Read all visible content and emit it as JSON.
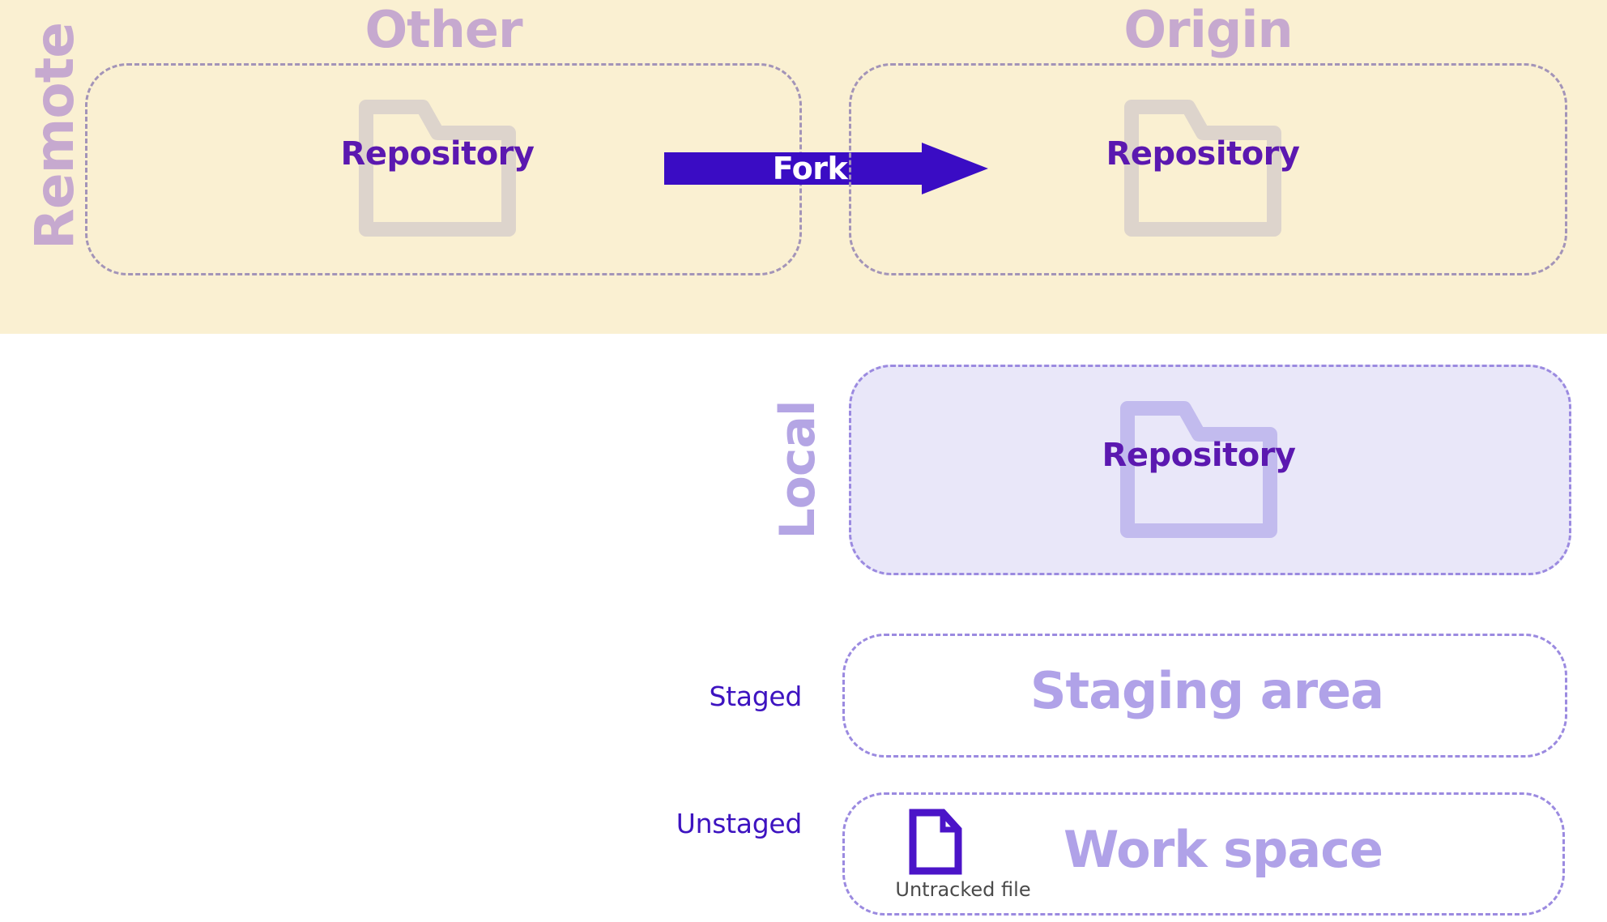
{
  "diagram": {
    "title": "Git fork workflow diagram",
    "colors": {
      "remote_band_bg": "#faf0d2",
      "remote_label": "#c6a9cf",
      "remote_border": "#a394b8",
      "local_fill": "#e9e7f9",
      "local_border": "#9b8ae0",
      "local_label": "#b4a5e4",
      "repository_text": "#5b18b0",
      "folder_remote": "#ddd4cc",
      "folder_local": "#c2bbee",
      "arrow_fill": "#3a0cc4",
      "arrow_text": "#ffffff",
      "area_caption": "#b0a2e8",
      "state_label": "#3d13c0",
      "file_icon": "#4b14c8",
      "file_caption": "#4a4a4a"
    }
  },
  "remote": {
    "side_label": "Remote",
    "sections": [
      {
        "id": "other",
        "title": "Other",
        "repository_label": "Repository",
        "icon": "folder-icon"
      },
      {
        "id": "origin",
        "title": "Origin",
        "repository_label": "Repository",
        "icon": "folder-icon"
      }
    ],
    "arrow": {
      "label": "Fork",
      "direction": "right",
      "from": "Other",
      "to": "Origin"
    }
  },
  "local": {
    "side_label": "Local",
    "repository": {
      "label": "Repository",
      "icon": "folder-icon"
    },
    "rows": [
      {
        "id": "staging",
        "state_label": "Staged",
        "area_label": "Staging area"
      },
      {
        "id": "workspace",
        "state_label": "Unstaged",
        "area_label": "Work space",
        "file": {
          "icon": "document-icon",
          "caption": "Untracked file"
        }
      }
    ]
  }
}
